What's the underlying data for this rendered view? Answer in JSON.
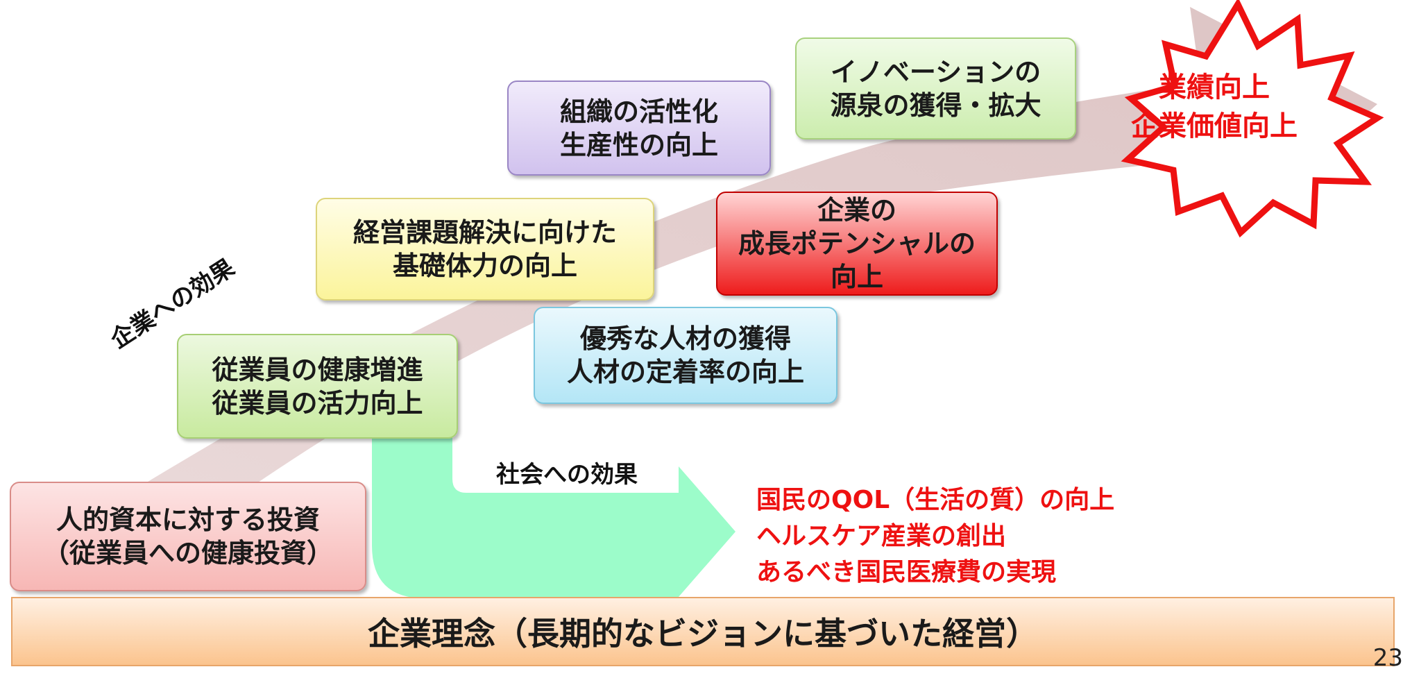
{
  "diagram": {
    "company_effect_label": "企業への効果",
    "society_effect_label": "社会への効果",
    "boxes": {
      "investment": [
        "人的資本に対する投資",
        "（従業員への健康投資）"
      ],
      "employee_health": [
        "従業員の健康増進",
        "従業員の活力向上"
      ],
      "basic_strength": [
        "経営課題解決に向けた",
        "基礎体力の向上"
      ],
      "organization": [
        "組織の活性化",
        "生産性の向上"
      ],
      "innovation": [
        "イノベーションの",
        "源泉の獲得・拡大"
      ],
      "growth_potential": [
        "企業の",
        "成長ポテンシャルの",
        "向上"
      ],
      "talent": [
        "優秀な人材の獲得",
        "人材の定着率の向上"
      ]
    },
    "burst": [
      "業績向上",
      "企業価値向上"
    ],
    "society_results": [
      "国民のQOL（生活の質）の向上",
      "ヘルスケア産業の創出",
      "あるべき国民医療費の実現"
    ],
    "philosophy": "企業理念（長期的なビジョンに基づいた経営）"
  },
  "page_number": "23",
  "colors": {
    "accent_red": "#ee1111",
    "rising_arrow": "#e2cccc",
    "society_arrow": "#9cfcca"
  }
}
